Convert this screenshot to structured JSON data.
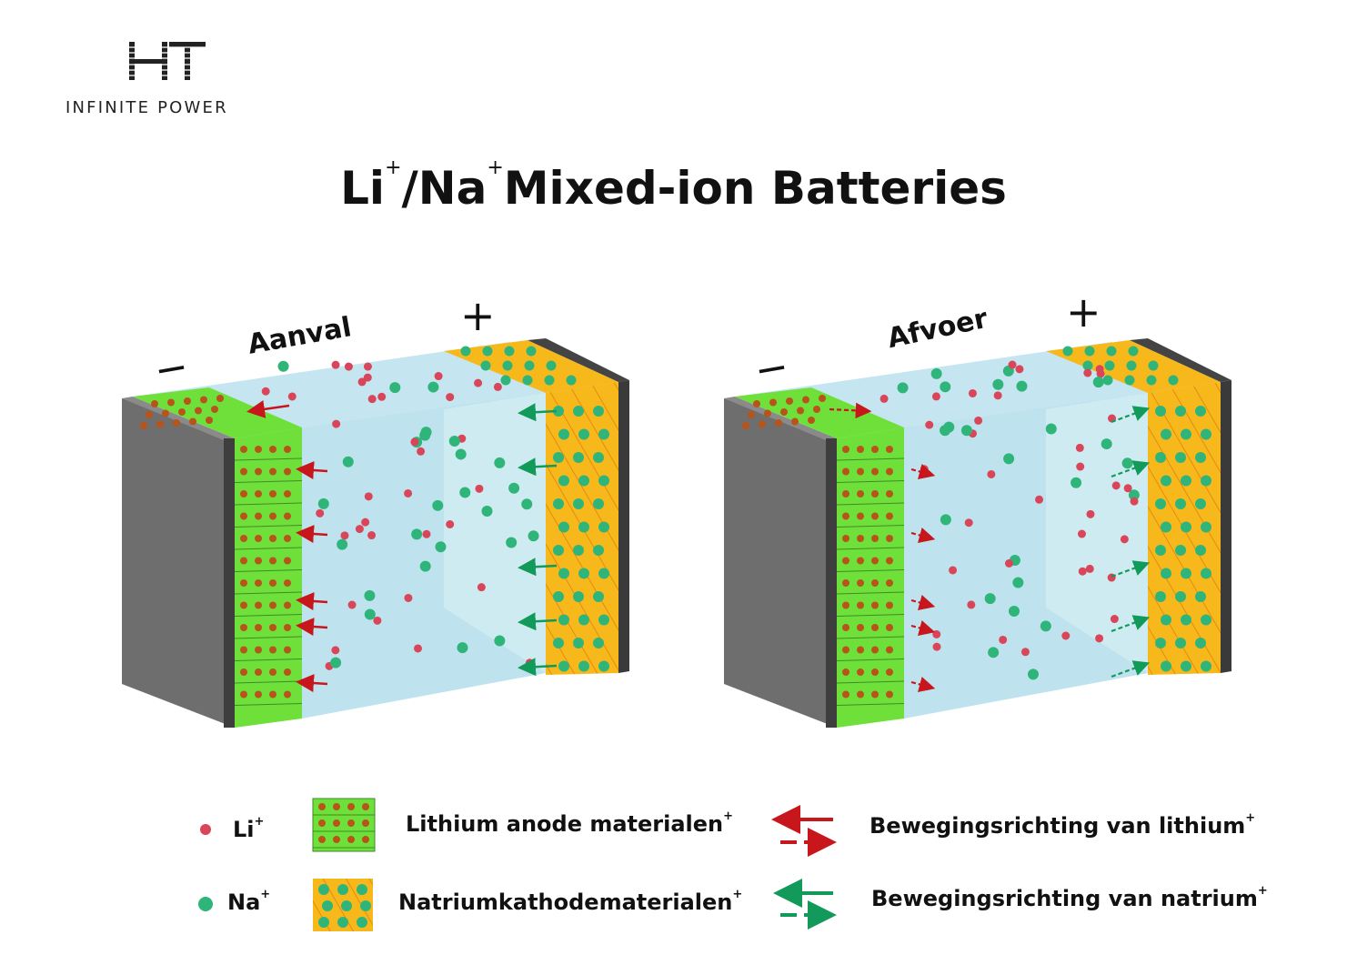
{
  "logo": {
    "letters": "HT",
    "tagline": "INFINITE POWER"
  },
  "title": {
    "text": "Li",
    "sup1": "+",
    "mid": "/Na",
    "sup2": "+",
    "rest": "Mixed-ion Batteries"
  },
  "panels": [
    {
      "label": "Aanval",
      "minus": "−",
      "plus": "+"
    },
    {
      "label": "Afvoer",
      "minus": "−",
      "plus": "+"
    }
  ],
  "legend": {
    "li": {
      "label": "Li",
      "sup": "+"
    },
    "na": {
      "label": "Na",
      "sup": "+"
    },
    "anode": {
      "label": "Lithium anode materialen",
      "sup": "+"
    },
    "cathode": {
      "label": "Natriumkathodematerialen",
      "sup": "+"
    },
    "li_dir": {
      "label": "Bewegingsrichting van lithium",
      "sup": "+"
    },
    "na_dir": {
      "label": "Bewegingsrichting van natrium",
      "sup": "+"
    }
  },
  "colors": {
    "li_ion": "#d9465a",
    "na_ion": "#2fb57a",
    "anode": "#6fe03a",
    "cathode": "#f7b81c",
    "electrolyte": "#bfe3ee",
    "collector": "#6c6c6c",
    "li_arrow": "#c8161d",
    "na_arrow": "#129a5a"
  }
}
